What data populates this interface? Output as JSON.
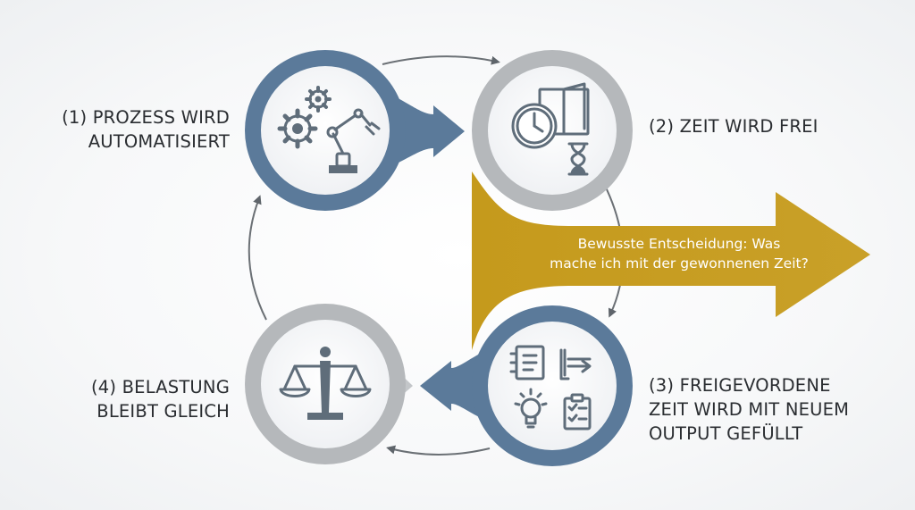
{
  "steps": [
    {
      "id": 1,
      "label_lines": [
        "(1) PROZESS WIRD",
        "AUTOMATISIERT"
      ],
      "icon": "gears-robot-arm-icon",
      "color": "#5b7a9a"
    },
    {
      "id": 2,
      "label_lines": [
        "(2) ZEIT WIRD FREI"
      ],
      "icon": "clock-window-hourglass-icon",
      "color": "#b5b8bb"
    },
    {
      "id": 3,
      "label_lines": [
        "(3) FREIGEVORDENE",
        "ZEIT WIRD MIT NEUEM",
        "OUTPUT GEFÜLLT"
      ],
      "icon": "notebook-lightbulb-checklist-icon",
      "color": "#5b7a9a"
    },
    {
      "id": 4,
      "label_lines": [
        "(4) BELASTUNG",
        "BLEIBT GLEICH"
      ],
      "icon": "balance-scale-icon",
      "color": "#b5b8bb"
    }
  ],
  "decision": {
    "lines": [
      "Bewusste Entscheidung: Was",
      "mache ich mit der gewonnenen Zeit?"
    ],
    "color": "#c49a1e"
  },
  "colors": {
    "blue_ring": "#5b7a9a",
    "gray_ring": "#b5b8bb",
    "icon_stroke": "#5f6d7a",
    "connector": "#6b7075",
    "gold": "#c49a1e"
  }
}
